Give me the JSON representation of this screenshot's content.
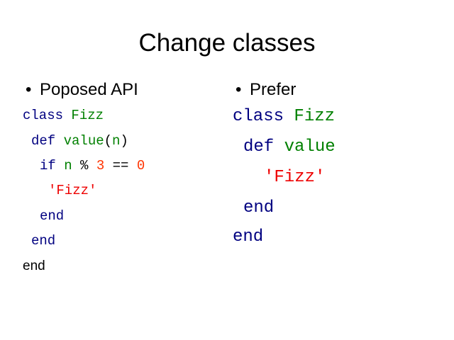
{
  "slide": {
    "title": "Change classes"
  },
  "left": {
    "bullet": "Poposed API",
    "code": {
      "line1": {
        "kw": "class",
        "name": "Fizz"
      },
      "line2": {
        "kw": "def",
        "name": "value",
        "open": "(",
        "arg": "n",
        "close": ")"
      },
      "line3": {
        "kw": "if",
        "var": "n",
        "op1": "%",
        "num1": "3",
        "op2": "==",
        "num2": "0"
      },
      "line4": {
        "str": "'Fizz'"
      },
      "line5": {
        "kw": "end"
      },
      "line6": {
        "kw": "end"
      },
      "line7": {
        "plain": "end"
      }
    }
  },
  "right": {
    "bullet": "Prefer",
    "code": {
      "line1": {
        "kw": "class",
        "name": "Fizz"
      },
      "line2": {
        "kw": "def",
        "name": "value"
      },
      "line3": {
        "str": "'Fizz'"
      },
      "line4": {
        "kw": "end"
      },
      "line5": {
        "kw": "end"
      }
    }
  },
  "colors": {
    "keyword": "#000080",
    "identifier": "#008000",
    "number": "#ff3300",
    "string": "#ee0000",
    "text": "#000000"
  }
}
